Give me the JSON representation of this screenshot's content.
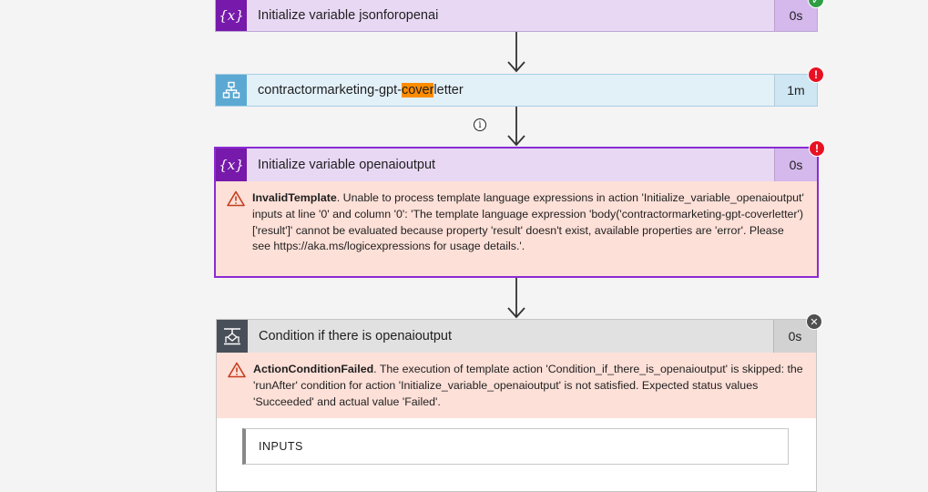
{
  "steps": [
    {
      "title": "Initialize variable jsonforopenai",
      "duration": "0s",
      "icon": "variable-icon",
      "icon_glyph": "{x}",
      "status": "succeeded"
    },
    {
      "title_pre": "contractormarketing-gpt-",
      "title_highlight": "cover",
      "title_post": "letter",
      "duration": "1m",
      "icon": "workflow-icon",
      "status": "failed"
    },
    {
      "title": "Initialize variable openaioutput",
      "duration": "0s",
      "icon": "variable-icon",
      "icon_glyph": "{x}",
      "status": "failed",
      "error_code": "InvalidTemplate",
      "error_message": ". Unable to process template language expressions in action 'Initialize_variable_openaioutput' inputs at line '0' and column '0': 'The template language expression 'body('contractormarketing-gpt-coverletter')['result']' cannot be evaluated because property 'result' doesn't exist, available properties are 'error'. Please see https://aka.ms/logicexpressions for usage details.'."
    },
    {
      "title": "Condition if there is openaioutput",
      "duration": "0s",
      "icon": "condition-icon",
      "status": "skipped",
      "error_code": "ActionConditionFailed",
      "error_message": ". The execution of template action 'Condition_if_there_is_openaioutput' is skipped: the 'runAfter' condition for action 'Initialize_variable_openaioutput' is not satisfied. Expected status values 'Succeeded' and actual value 'Failed'.",
      "inputs_label": "INPUTS"
    }
  ],
  "status_glyphs": {
    "succeeded": "✓",
    "failed": "!",
    "skipped": "✕"
  },
  "info_glyph": "i",
  "colors": {
    "variable_icon_bg": "#7719aa",
    "variable_header_bg": "#e8d8f4",
    "variable_duration_bg": "#d5b8ec",
    "http_icon_bg": "#5ba9d3",
    "http_header_bg": "#e2f0f8",
    "http_duration_bg": "#cfe6f3",
    "condition_icon_bg": "#484f58",
    "condition_header_bg": "#e1e1e1",
    "condition_duration_bg": "#d2d2d2",
    "error_bg": "#fde0d8",
    "selected_border": "#8a2bd2",
    "success": "#2e9e44",
    "error": "#e81123"
  }
}
